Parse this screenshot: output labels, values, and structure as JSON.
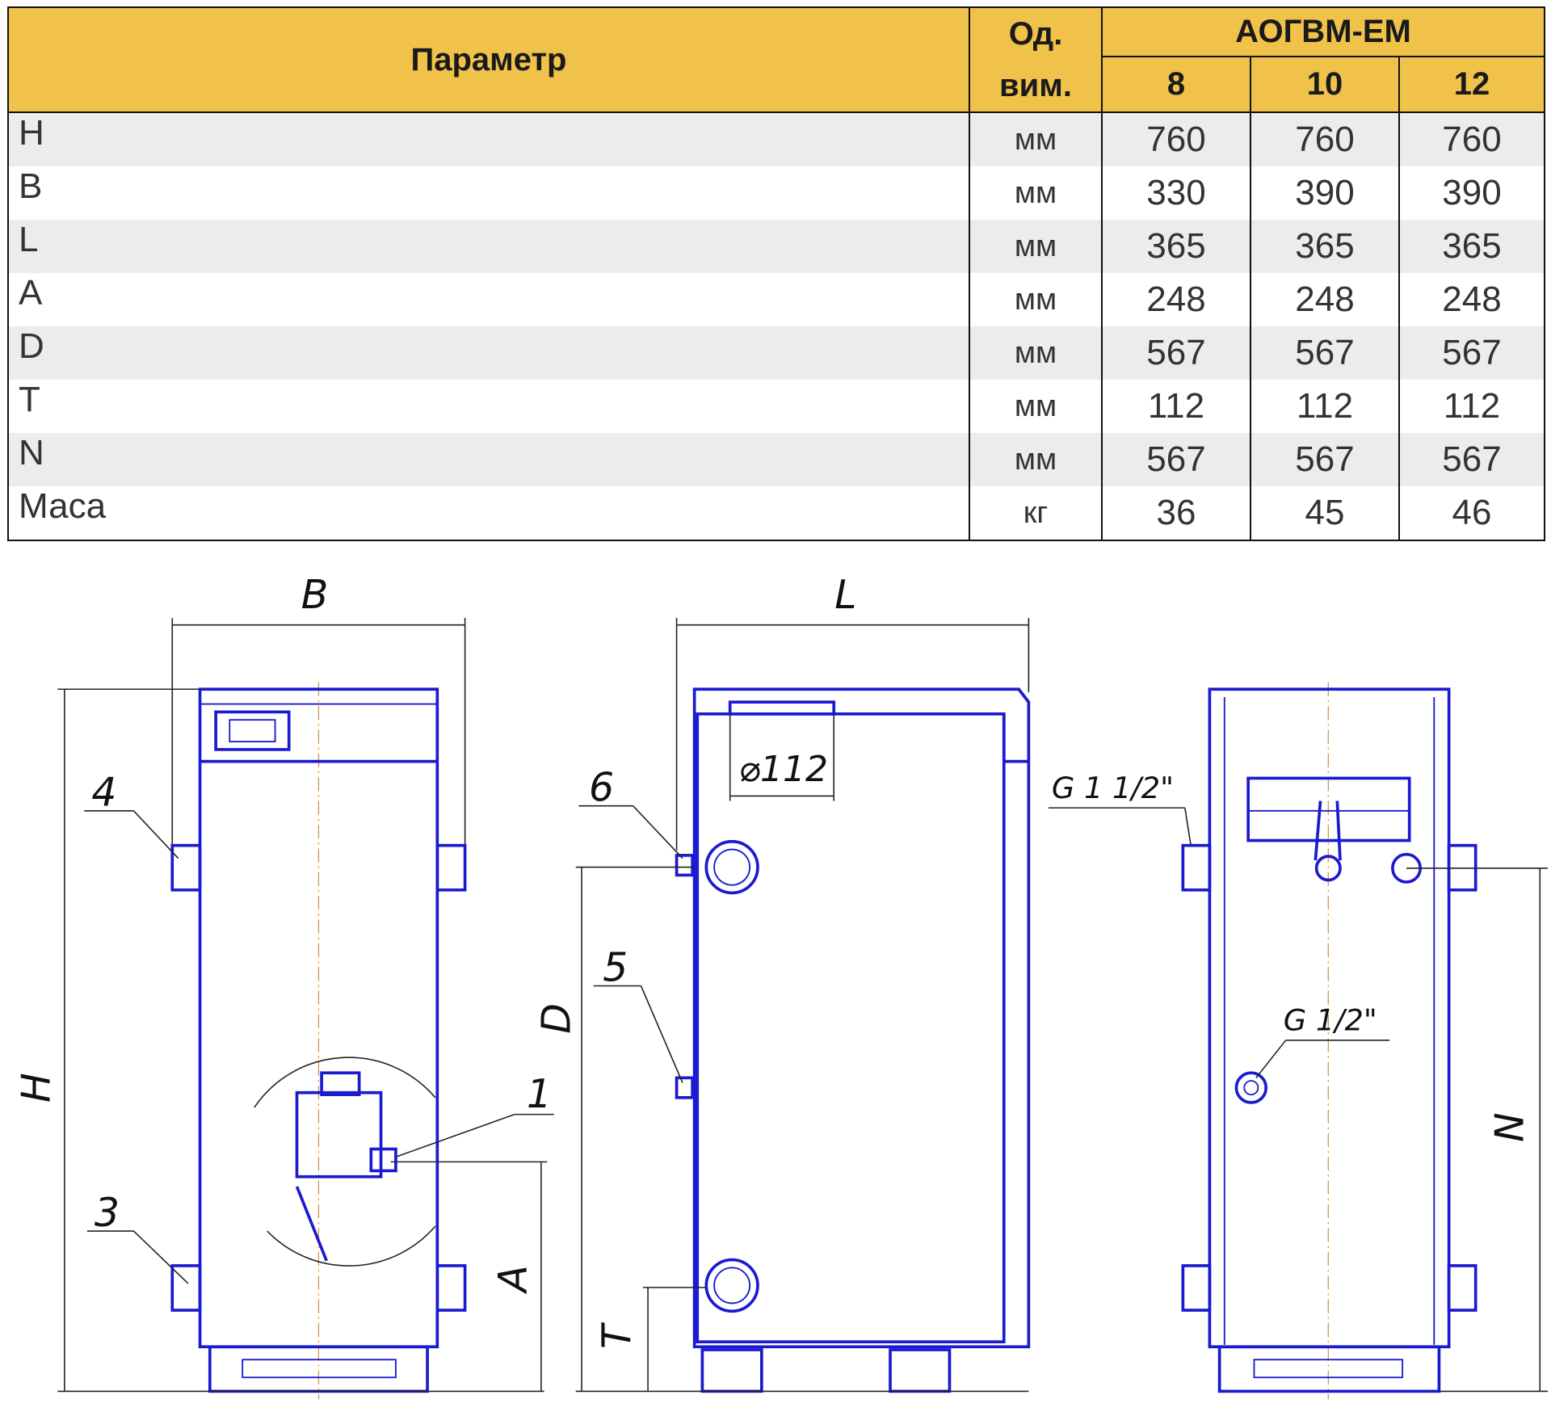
{
  "table": {
    "header": {
      "param": "Параметр",
      "unit_line1": "Од.",
      "unit_line2": "вим.",
      "model": "АОГВМ-ЕМ",
      "sizes": [
        "8",
        "10",
        "12"
      ]
    },
    "rows": [
      {
        "param": "H",
        "unit": "мм",
        "values": [
          "760",
          "760",
          "760"
        ]
      },
      {
        "param": "B",
        "unit": "мм",
        "values": [
          "330",
          "390",
          "390"
        ]
      },
      {
        "param": "L",
        "unit": "мм",
        "values": [
          "365",
          "365",
          "365"
        ]
      },
      {
        "param": "A",
        "unit": "мм",
        "values": [
          "248",
          "248",
          "248"
        ]
      },
      {
        "param": "D",
        "unit": "мм",
        "values": [
          "567",
          "567",
          "567"
        ]
      },
      {
        "param": "T",
        "unit": "мм",
        "values": [
          "112",
          "112",
          "112"
        ]
      },
      {
        "param": "N",
        "unit": "мм",
        "values": [
          "567",
          "567",
          "567"
        ]
      },
      {
        "param": "Маса",
        "unit": "кг",
        "values": [
          "36",
          "45",
          "46"
        ]
      }
    ]
  },
  "drawing": {
    "front": {
      "dim_b": "B",
      "dim_h": "H",
      "dim_a": "A",
      "callout_4": "4",
      "callout_3": "3",
      "callout_1": "1"
    },
    "side": {
      "dim_l": "L",
      "dim_d": "D",
      "dim_t": "T",
      "flue": "⌀112",
      "callout_6": "6",
      "callout_5": "5"
    },
    "rear": {
      "dim_n": "N",
      "thread_top": "G 1 1/2\"",
      "thread_gas": "G 1/2\""
    }
  },
  "colors": {
    "header": "#f0c24a",
    "stripe": "#ececec",
    "line": "#1a1ad0"
  }
}
